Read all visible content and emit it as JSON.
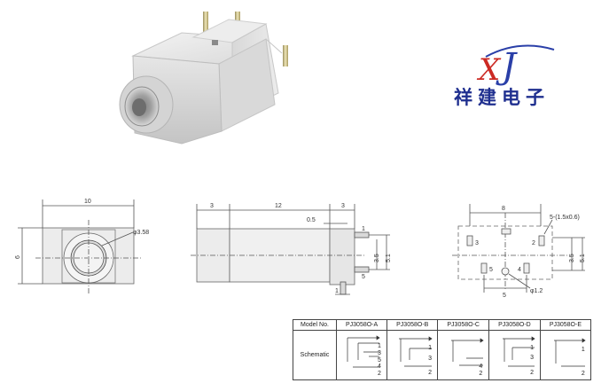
{
  "brand": {
    "logo_letters": "XJ",
    "name_cn": "祥建电子",
    "colors": {
      "x_letter": "#cc2a24",
      "j_letter": "#2a3fa8",
      "text": "#1f2f8f"
    }
  },
  "front_view": {
    "width_label": "10",
    "height_label": "6",
    "hole_label": "φ3.58"
  },
  "side_view": {
    "dims_top": [
      "3",
      "12",
      "3"
    ],
    "dim_inner": "0.5",
    "pin_labels": [
      "1",
      "5"
    ],
    "dims_right": [
      "3.5",
      "5.1"
    ],
    "pin_bottom": "1"
  },
  "pcb_view": {
    "width_label": "8",
    "slot_label": "5-(1.5x0.6)",
    "pin_labels": [
      "3",
      "2",
      "5",
      "4"
    ],
    "dims_right": [
      "3.5",
      "5.1"
    ],
    "bottom_label": "5",
    "hole_label": "φ1.2"
  },
  "model_table": {
    "header_label": "Model No.",
    "row_label": "Schematic",
    "models": [
      "PJ3058O-A",
      "PJ3058O-B",
      "PJ3058O-C",
      "PJ3058O-D",
      "PJ3058O-E"
    ],
    "pins": [
      [
        "1",
        "3",
        "5",
        "4",
        "2"
      ],
      [
        "1",
        "3",
        "2"
      ],
      [
        "4",
        "2"
      ],
      [
        "1",
        "3",
        "2"
      ],
      [
        "1",
        "2"
      ]
    ]
  }
}
